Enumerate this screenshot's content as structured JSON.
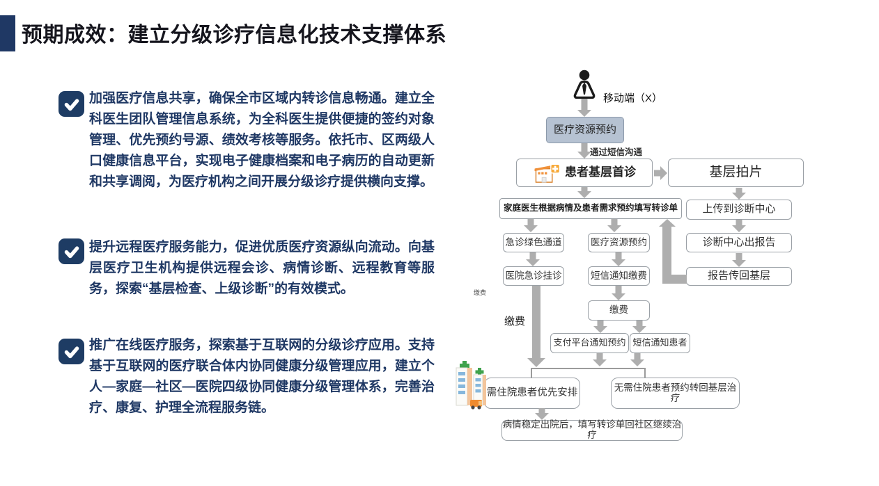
{
  "slide": {
    "title": "预期成效：建立分级诊疗信息化技术支撑体系",
    "accent_color": "#1f3864",
    "bullet_text_color": "#1f3864"
  },
  "bullets": [
    {
      "text": "加强医疗信息共享，确保全市区域内转诊信息畅通。建立全科医生团队管理信息系统，为全科医生提供便捷的签约对象管理、优先预约号源、绩效考核等服务。依托市、区两级人口健康信息平台，实现电子健康档案和电子病历的自动更新和共享调阅，为医疗机构之间开展分级诊疗提供横向支撑。"
    },
    {
      "text": "提升远程医疗服务能力，促进优质医疗资源纵向流动。向基层医疗卫生机构提供远程会诊、病情诊断、远程教育等服务，探索“基层检查、上级诊断”的有效模式。"
    },
    {
      "text": "推广在线医疗服务，探索基于互联网的分级诊疗应用。支持基于互联网的医疗联合体内协同健康分级管理应用，建立个人—家庭—社区—医院四级协同健康分级管理体系，完善治疗、康复、护理全流程服务链。"
    }
  ],
  "flowchart": {
    "labels": {
      "mobile": "移动端（X）",
      "sms_channel": "通过短信沟通",
      "fee_small": "缴费",
      "fee": "缴费"
    },
    "nodes": {
      "resource_booking_top": "医疗资源预约",
      "primary_first_visit": "患者基层首诊",
      "primary_filming": "基层拍片",
      "referral_form": "家庭医生根据病情及患者需求预约填写转诊单",
      "upload_center": "上传到诊断中心",
      "green_channel": "急诊绿色通道",
      "resource_booking_mid": "医疗资源预约",
      "center_report": "诊断中心出报告",
      "er_registration": "医院急诊挂诊",
      "sms_pay_notice": "短信通知缴费",
      "report_back": "报告传回基层",
      "payment": "缴费",
      "platform_booking_notice": "支付平台通知预约",
      "sms_patient_notice": "短信通知患者",
      "inpatient_priority": "需住院患者优先安排",
      "outpatient_return": "无需住院患者预约转回基层治疗",
      "discharge_referral": "病情稳定出院后，填写转诊单回社区继续治疗"
    },
    "icons": {
      "person": "mobile-user-icon",
      "clinic": "community-hospital-icon",
      "hospital": "hospital-buildings-icon",
      "check": "check-icon"
    },
    "colors": {
      "highlight_box_fill": "#b6c2d2",
      "box_border": "#9aa0a6",
      "arrow": "#aeaeae",
      "icon_orange": "#f0913a",
      "icon_green": "#3fa24c",
      "icon_blue": "#86b7dc"
    }
  }
}
